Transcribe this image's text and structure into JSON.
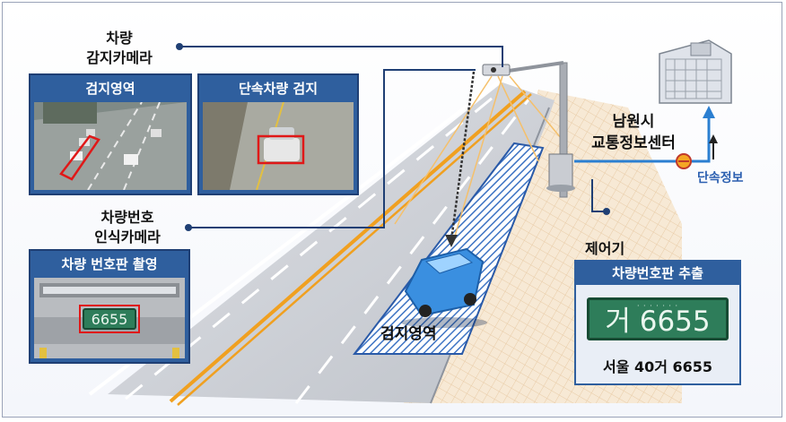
{
  "labels": {
    "detection_camera_line1": "차량",
    "detection_camera_line2": "감지카메라",
    "plate_camera_line1": "차량번호",
    "plate_camera_line2": "인식카메라",
    "traffic_center_line1": "남원시",
    "traffic_center_line2": "교통정보센터",
    "controller": "제어기",
    "enforcement_info": "단속정보",
    "detection_zone_road": "검지영역"
  },
  "panels": {
    "detection_zone": "검지영역",
    "violation_detect": "단속차량 검지",
    "plate_capture": "차량 번호판 촬영",
    "plate_extract": "차량번호판 추출"
  },
  "plates": {
    "capture_plate_number": "6655",
    "extract_plate_number": "거 6655",
    "extract_plate_region": "서울 40거 6655"
  },
  "colors": {
    "panel_blue": "#2f5f9e",
    "road_gray": "#c9ccd3",
    "center_line": "#f0a020",
    "car_blue": "#3a8fe0",
    "zone_blue": "#3e74c4",
    "arrow_blue": "#2b7fd1",
    "red_box": "#e01818"
  }
}
